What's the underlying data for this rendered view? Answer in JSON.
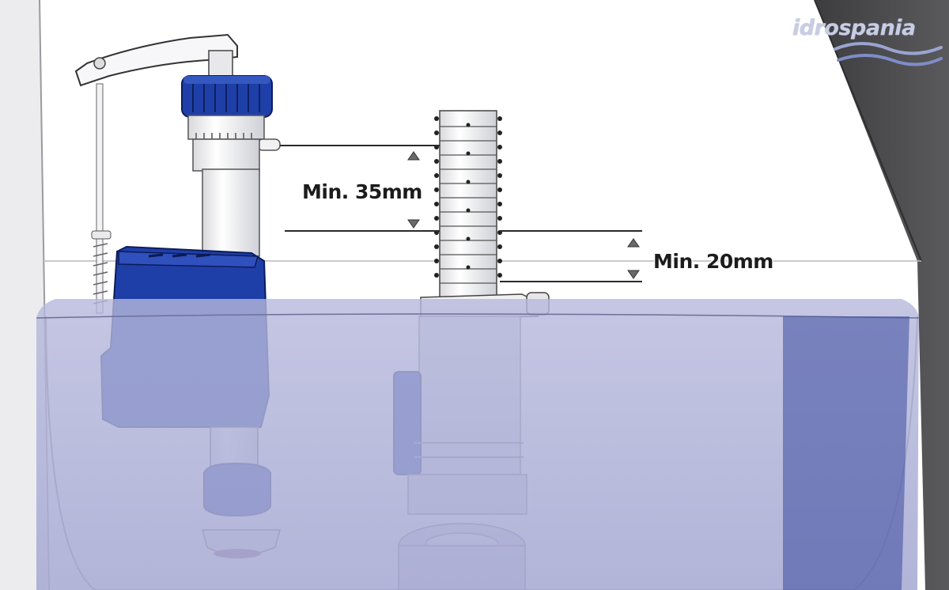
{
  "brand": {
    "name": "idrospania"
  },
  "labels": {
    "fill_valve_gap": "Min. 35mm",
    "overflow_gap": "Min. 20mm"
  },
  "colors": {
    "component_blue": "#1f3fa8",
    "water": "#a9aed6",
    "tank_wall": "#e9e9ee",
    "tank_wall_dark": "#4d4d4f",
    "dimension_line": "#2a2a2a"
  },
  "icons": {
    "arrow_up": "arrow-up-icon",
    "arrow_down": "arrow-down-icon"
  }
}
